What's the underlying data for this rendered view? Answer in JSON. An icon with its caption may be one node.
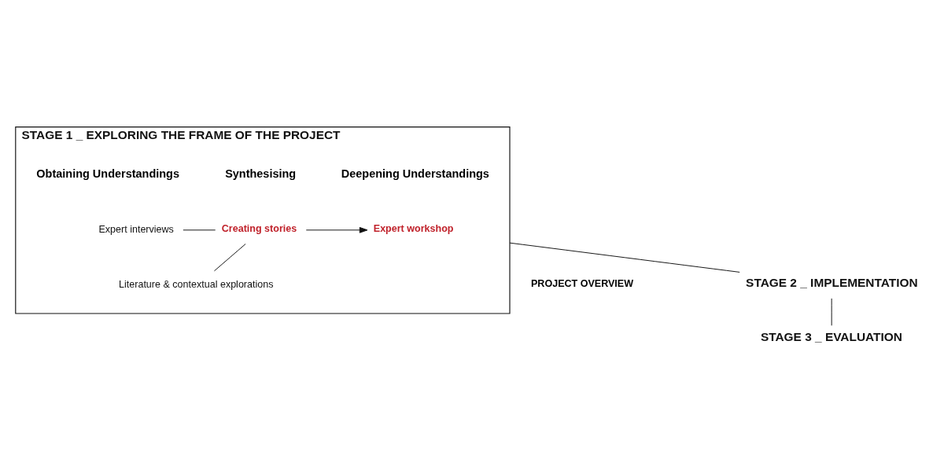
{
  "diagram": {
    "nodes": [
      {
        "text": [
          "STAGE 1 _ EXPLORING THE FRAME OF THE PROJECT"
        ]
      },
      {
        "text": [
          "Expert interviews"
        ],
        "in": 0
      },
      {
        "text": [
          "Literature & contextual explorations"
        ],
        "in": 0
      },
      {
        "text": [
          "Creating stories"
        ],
        "in": 0
      },
      {
        "text": [
          "Expert workshop"
        ],
        "in": 0
      },
      {
        "text": [
          "STAGE 2 _ IMPLEMENTATION"
        ]
      },
      {
        "text": [
          "STAGE 3 _ EVALUATION"
        ]
      }
    ],
    "edges": [
      {
        "from": 1,
        "to": 3,
        "arrow": "none"
      },
      {
        "from": 2,
        "to": 3,
        "arrow": "none"
      },
      {
        "from": 3,
        "to": 4,
        "arrow": "to"
      },
      {
        "from": 0,
        "to": 5,
        "arrow": "none"
      },
      {
        "from": 5,
        "to": 6,
        "arrow": "none"
      }
    ],
    "labels": [
      "PROJECT OVERVIEW",
      "Obtaining Understandings",
      "Synthesising",
      "Deepening Understandings"
    ]
  }
}
